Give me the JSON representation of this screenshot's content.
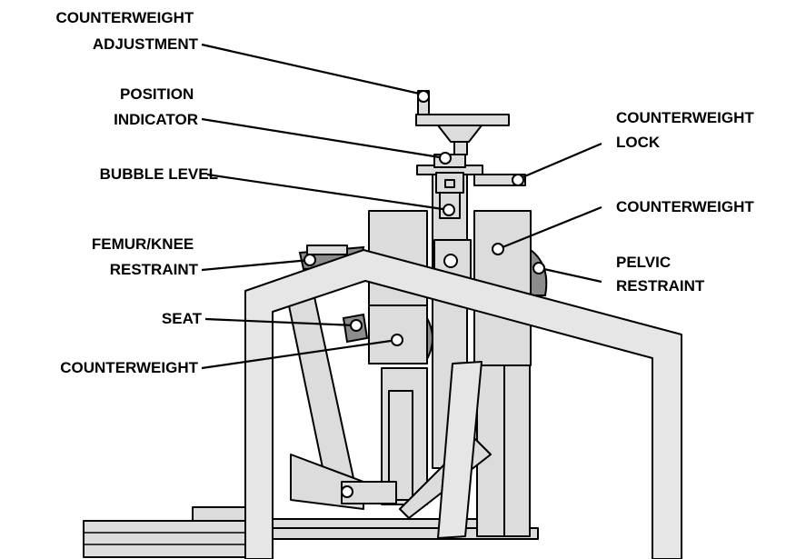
{
  "labels": {
    "counterweight_adjustment": [
      "COUNTERWEIGHT",
      "ADJUSTMENT"
    ],
    "position_indicator": [
      "POSITION",
      "INDICATOR"
    ],
    "bubble_level": [
      "BUBBLE LEVEL"
    ],
    "femur_knee_restraint": [
      "FEMUR/KNEE",
      "RESTRAINT"
    ],
    "seat": [
      "SEAT"
    ],
    "counterweight_lower": [
      "COUNTERWEIGHT"
    ],
    "counterweight_lock": [
      "COUNTERWEIGHT",
      "LOCK"
    ],
    "counterweight_right": [
      "COUNTERWEIGHT"
    ],
    "pelvic_restraint": [
      "PELVIC",
      "RESTRAINT"
    ]
  },
  "colors": {
    "frame_fill": "#e6e6e6",
    "part_fill": "#dcdcdc",
    "restraint_fill": "#8c8c8c",
    "line": "#000000",
    "text": "#000000"
  }
}
